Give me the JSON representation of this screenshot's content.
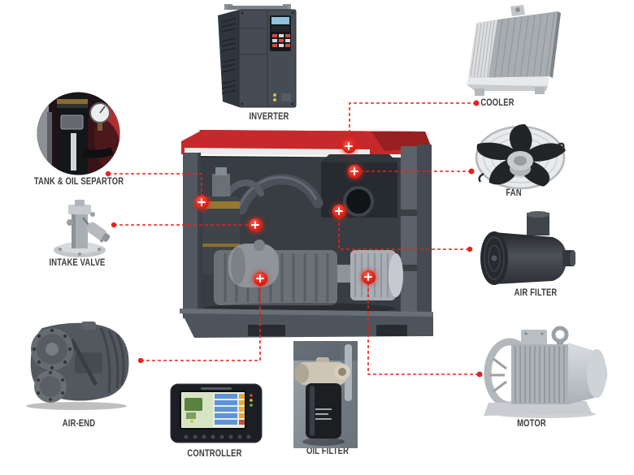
{
  "parts": [
    {
      "id": "inverter",
      "label": "INVERTER"
    },
    {
      "id": "cooler",
      "label": "COOLER"
    },
    {
      "id": "tank-oil-separator",
      "label": "TANK & OIL SEPARTOR"
    },
    {
      "id": "fan",
      "label": "FAN"
    },
    {
      "id": "intake-valve",
      "label": "INTAKE VALVE"
    },
    {
      "id": "air-filter",
      "label": "AIR FILTER"
    },
    {
      "id": "air-end",
      "label": "AIR-END"
    },
    {
      "id": "motor",
      "label": "MOTOR"
    },
    {
      "id": "controller",
      "label": "CONTROLLER"
    },
    {
      "id": "oil-filter",
      "label": "OIL FILTER"
    }
  ],
  "colors": {
    "background": "#ffffff",
    "callout_red": "#e8231d",
    "marker_red": "#e02318",
    "label_text": "#3c3c3c",
    "canopy_red": "#c5292b",
    "canopy_dark_red": "#992020",
    "frame_gray": "#51585f",
    "brass": "#97782f"
  },
  "icons": [
    "plus-marker",
    "callout-dot"
  ]
}
